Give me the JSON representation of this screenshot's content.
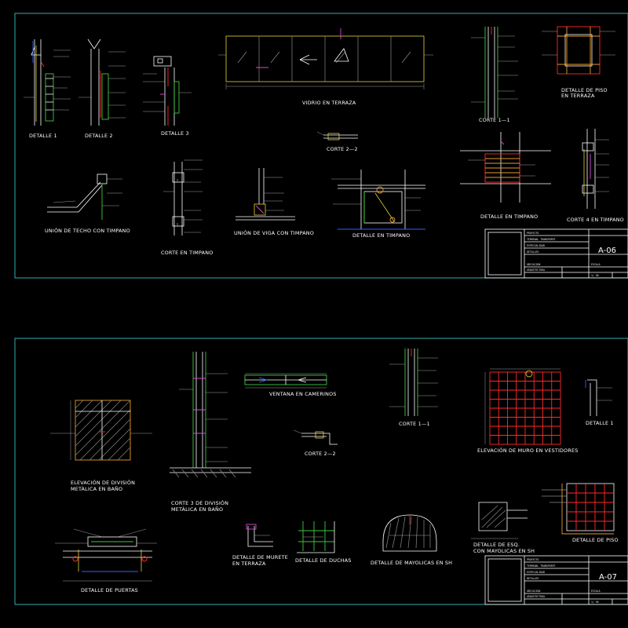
{
  "sheets": [
    {
      "code": "A-06",
      "labels": {
        "detalle_1": "DETALLE 1",
        "detalle_2": "DETALLE 2",
        "detalle_3": "DETALLE 3",
        "vidrio_terraza": "VIDRIO EN TERRAZA",
        "corte_1_1": "CORTE 1—1",
        "detalle_piso_1": "DETALLE DE PISO",
        "detalle_piso_2": "EN TERRAZA",
        "corte_2_2": "CORTE 2—2",
        "union_techo": "UNIÓN DE TECHO CON TIMPANO",
        "corte_timpano": "CORTE EN TIMPANO",
        "union_viga": "UNIÓN DE VIGA CON TIMPANO",
        "detalle_timpano": "DETALLE EN TIMPANO",
        "detalle_timpano_2": "DETALLE EN TIMPANO",
        "corte_4": "CORTE 4 EN TIMPANO"
      }
    },
    {
      "code": "A-07",
      "labels": {
        "elevacion_division_1": "ELEVACIÓN DE DIVISIÓN",
        "elevacion_division_2": "METÁLICA EN BAÑO",
        "corte_3_1": "CORTE 3 DE DIVISIÓN",
        "corte_3_2": "METÁLICA EN BAÑO",
        "ventana_camerinos": "VENTANA EN CAMERINOS",
        "corte_1_1": "CORTE 1—1",
        "corte_2_2": "CORTE 2—2",
        "elevacion_muro": "ELEVACIÓN DE MURO EN VESTIDORES",
        "detalle_1": "DETALLE 1",
        "detalle_puertas": "DETALLE DE PUERTAS",
        "muerte_1": "DETALLE DE MURETE",
        "muerte_2": "EN TERRAZA",
        "duchas": "DETALLE DE DUCHAS",
        "mayolicas_sh": "DETALLE DE MAYOLICAS EN SH",
        "esq_1": "DETALLE DE ESQ.",
        "esq_2": "CON MAYOLICAS EN SH",
        "detalle_piso": "DETALLE DE PISO"
      }
    }
  ],
  "colors": {
    "background": "#000000",
    "frame": "#3fd6d6",
    "text": "#ffffff",
    "wall": "#3ec93e",
    "accent_red": "#ff2a2a",
    "accent_magenta": "#d64bd6",
    "accent_yellow": "#e6d23a",
    "accent_blue": "#3a5cff"
  }
}
